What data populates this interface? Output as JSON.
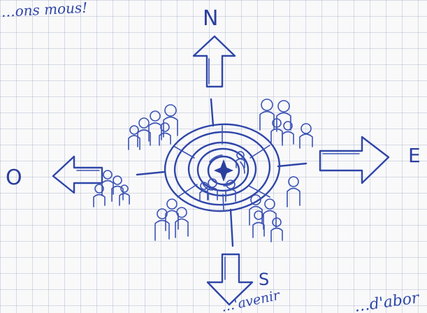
{
  "page": {
    "ink_color": "#2f46a8",
    "grid_color": "#a0aabf",
    "paper_color": "#f9f9fa"
  },
  "handwriting": {
    "top_left": "…ons mous!",
    "bottom_center": "…'avenir",
    "bottom_right": "…d'abor"
  },
  "compass": {
    "north": "N",
    "south": "S",
    "east": "E",
    "west": "O"
  },
  "icons": {
    "north_arrow": "arrow-up-icon",
    "south_arrow": "arrow-down-icon",
    "east_arrow": "arrow-right-icon",
    "west_arrow": "arrow-left-icon",
    "center": "compass-rose-icon",
    "people": "people-group-icon"
  }
}
